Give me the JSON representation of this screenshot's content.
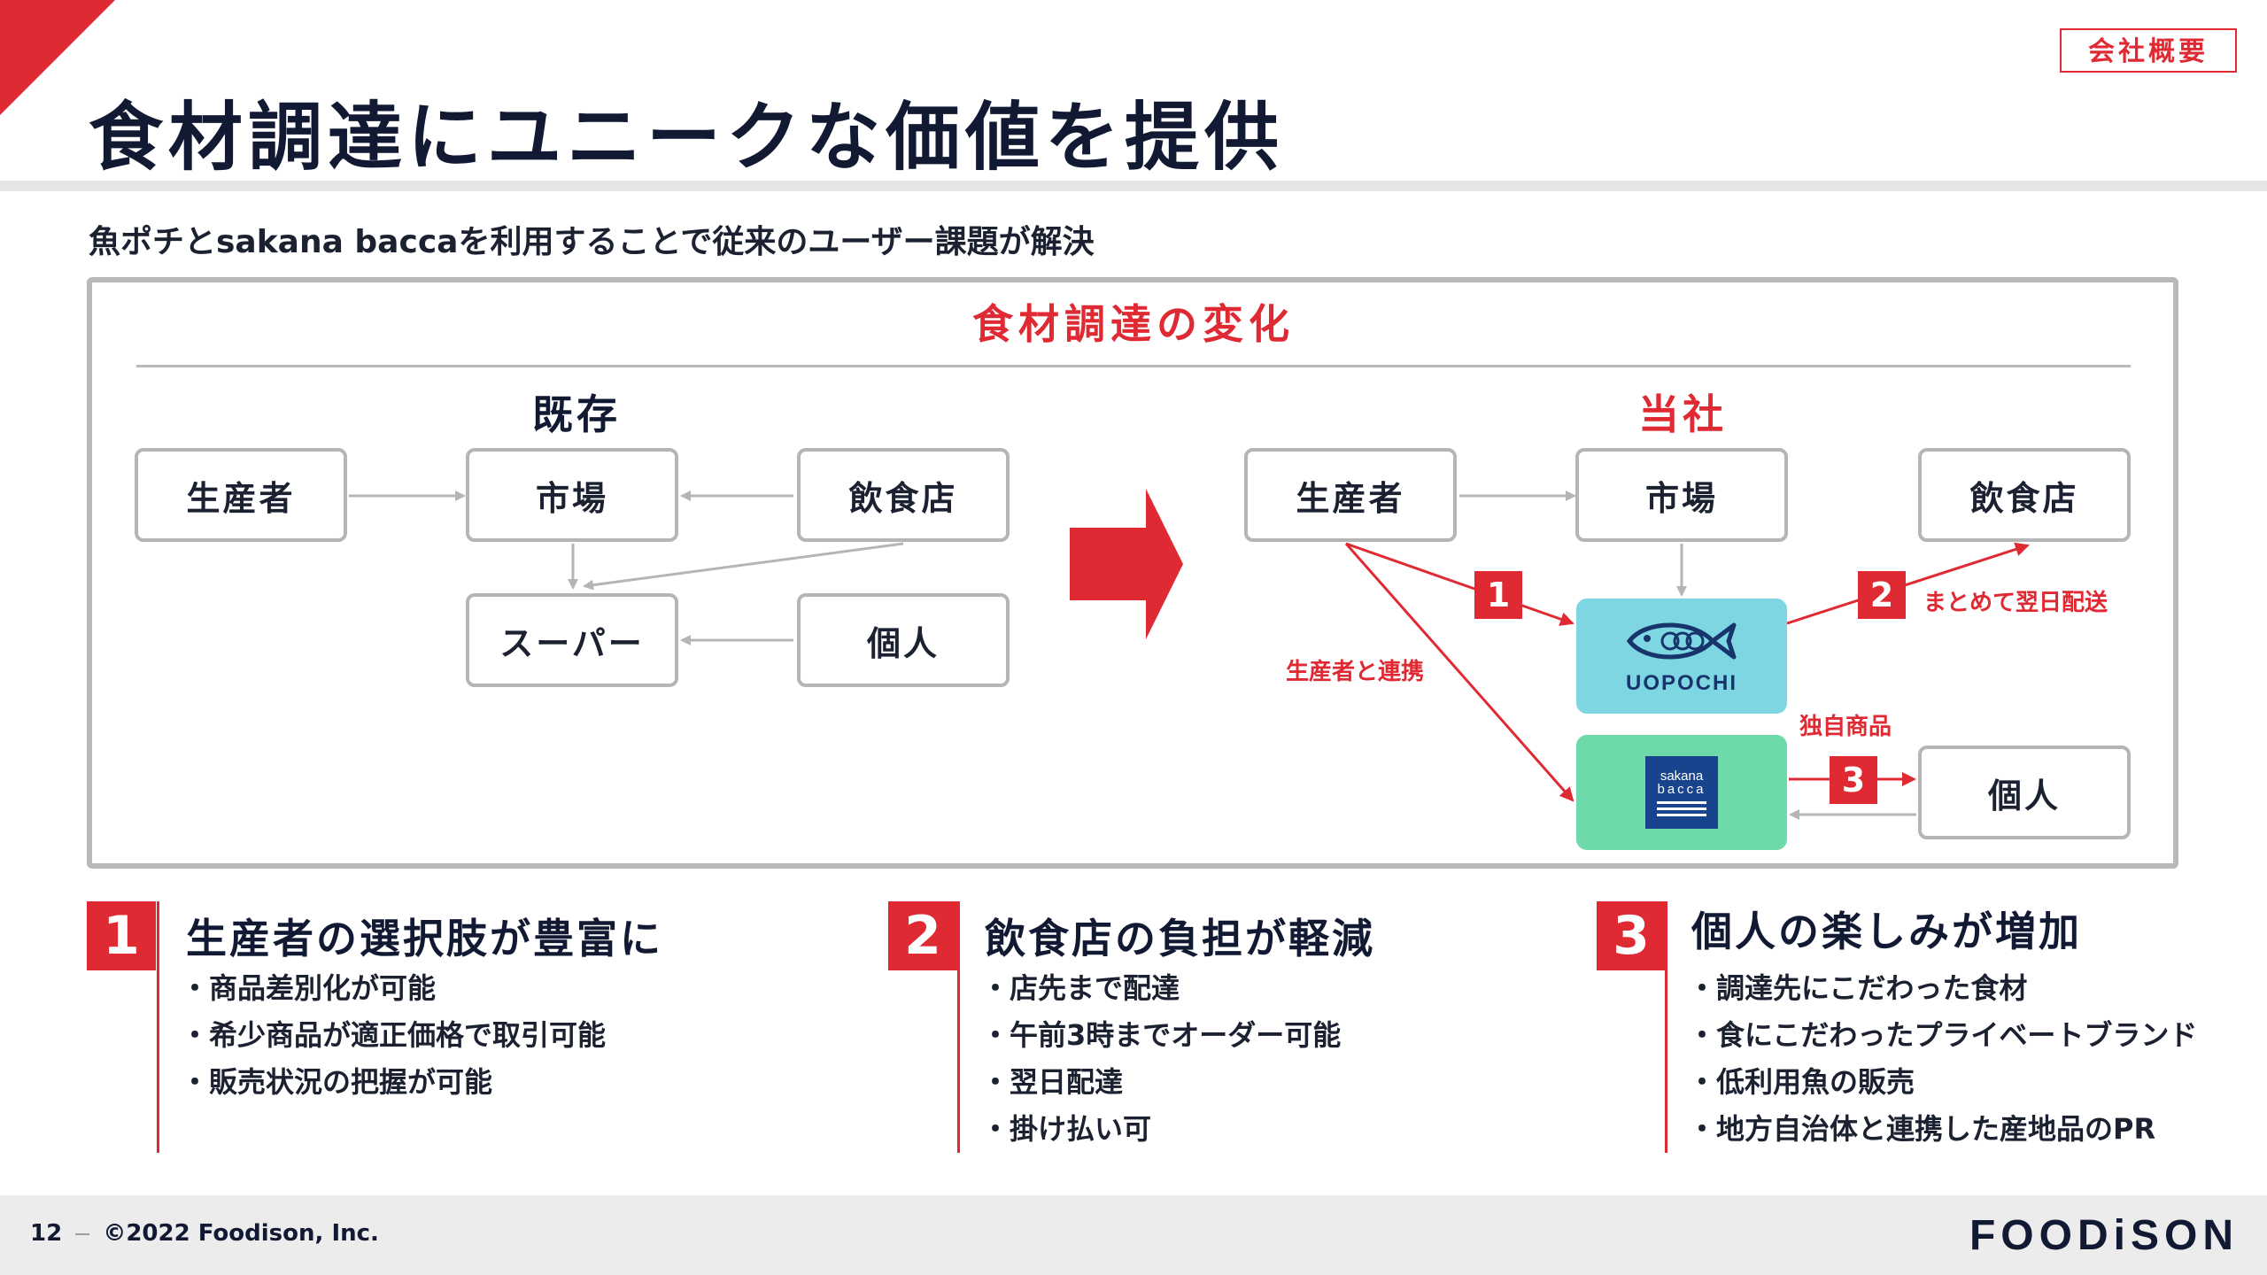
{
  "header": {
    "title": "食材調達にユニークな価値を提供",
    "section_badge": "会社概要",
    "subtitle": "魚ポチとsakana baccaを利用することで従来のユーザー課題が解決"
  },
  "diagram": {
    "title": "食材調達の変化",
    "existing": {
      "heading": "既存",
      "producer": "生産者",
      "market": "市場",
      "restaurant": "飲食店",
      "supermarket": "スーパー",
      "individual": "個人"
    },
    "ours": {
      "heading": "当社",
      "producer": "生産者",
      "market": "市場",
      "restaurant": "飲食店",
      "individual": "個人",
      "uopochi_logo": "UOPOCHI",
      "sakana_logo_line1": "sakana",
      "sakana_logo_line2": "bacca",
      "badge1": "1",
      "badge2": "2",
      "badge3": "3",
      "note_producer_link": "生産者と連携",
      "note_bulk_delivery": "まとめて翌日配送",
      "note_original_products": "独自商品"
    },
    "colors": {
      "accent_red": "#e02a33",
      "uopochi_bg": "#7ed6e3",
      "sakana_bg": "#6ed9a9",
      "sakana_navy": "#17448c"
    }
  },
  "benefits": [
    {
      "number": "1",
      "heading": "生産者の選択肢が豊富に",
      "items": [
        "商品差別化が可能",
        "希少商品が適正価格で取引可能",
        "販売状況の把握が可能"
      ]
    },
    {
      "number": "2",
      "heading": "飲食店の負担が軽減",
      "items": [
        "店先まで配達",
        "午前3時までオーダー可能",
        "翌日配達",
        "掛け払い可"
      ]
    },
    {
      "number": "3",
      "heading": "個人の楽しみが増加",
      "items": [
        "調達先にこだわった食材",
        "食にこだわったプライベートブランド",
        "低利用魚の販売",
        "地方自治体と連携した産地品のPR"
      ]
    }
  ],
  "footer": {
    "page_number": "12",
    "copyright": "©2022 Foodison, Inc.",
    "brand": "FOODiSON"
  }
}
